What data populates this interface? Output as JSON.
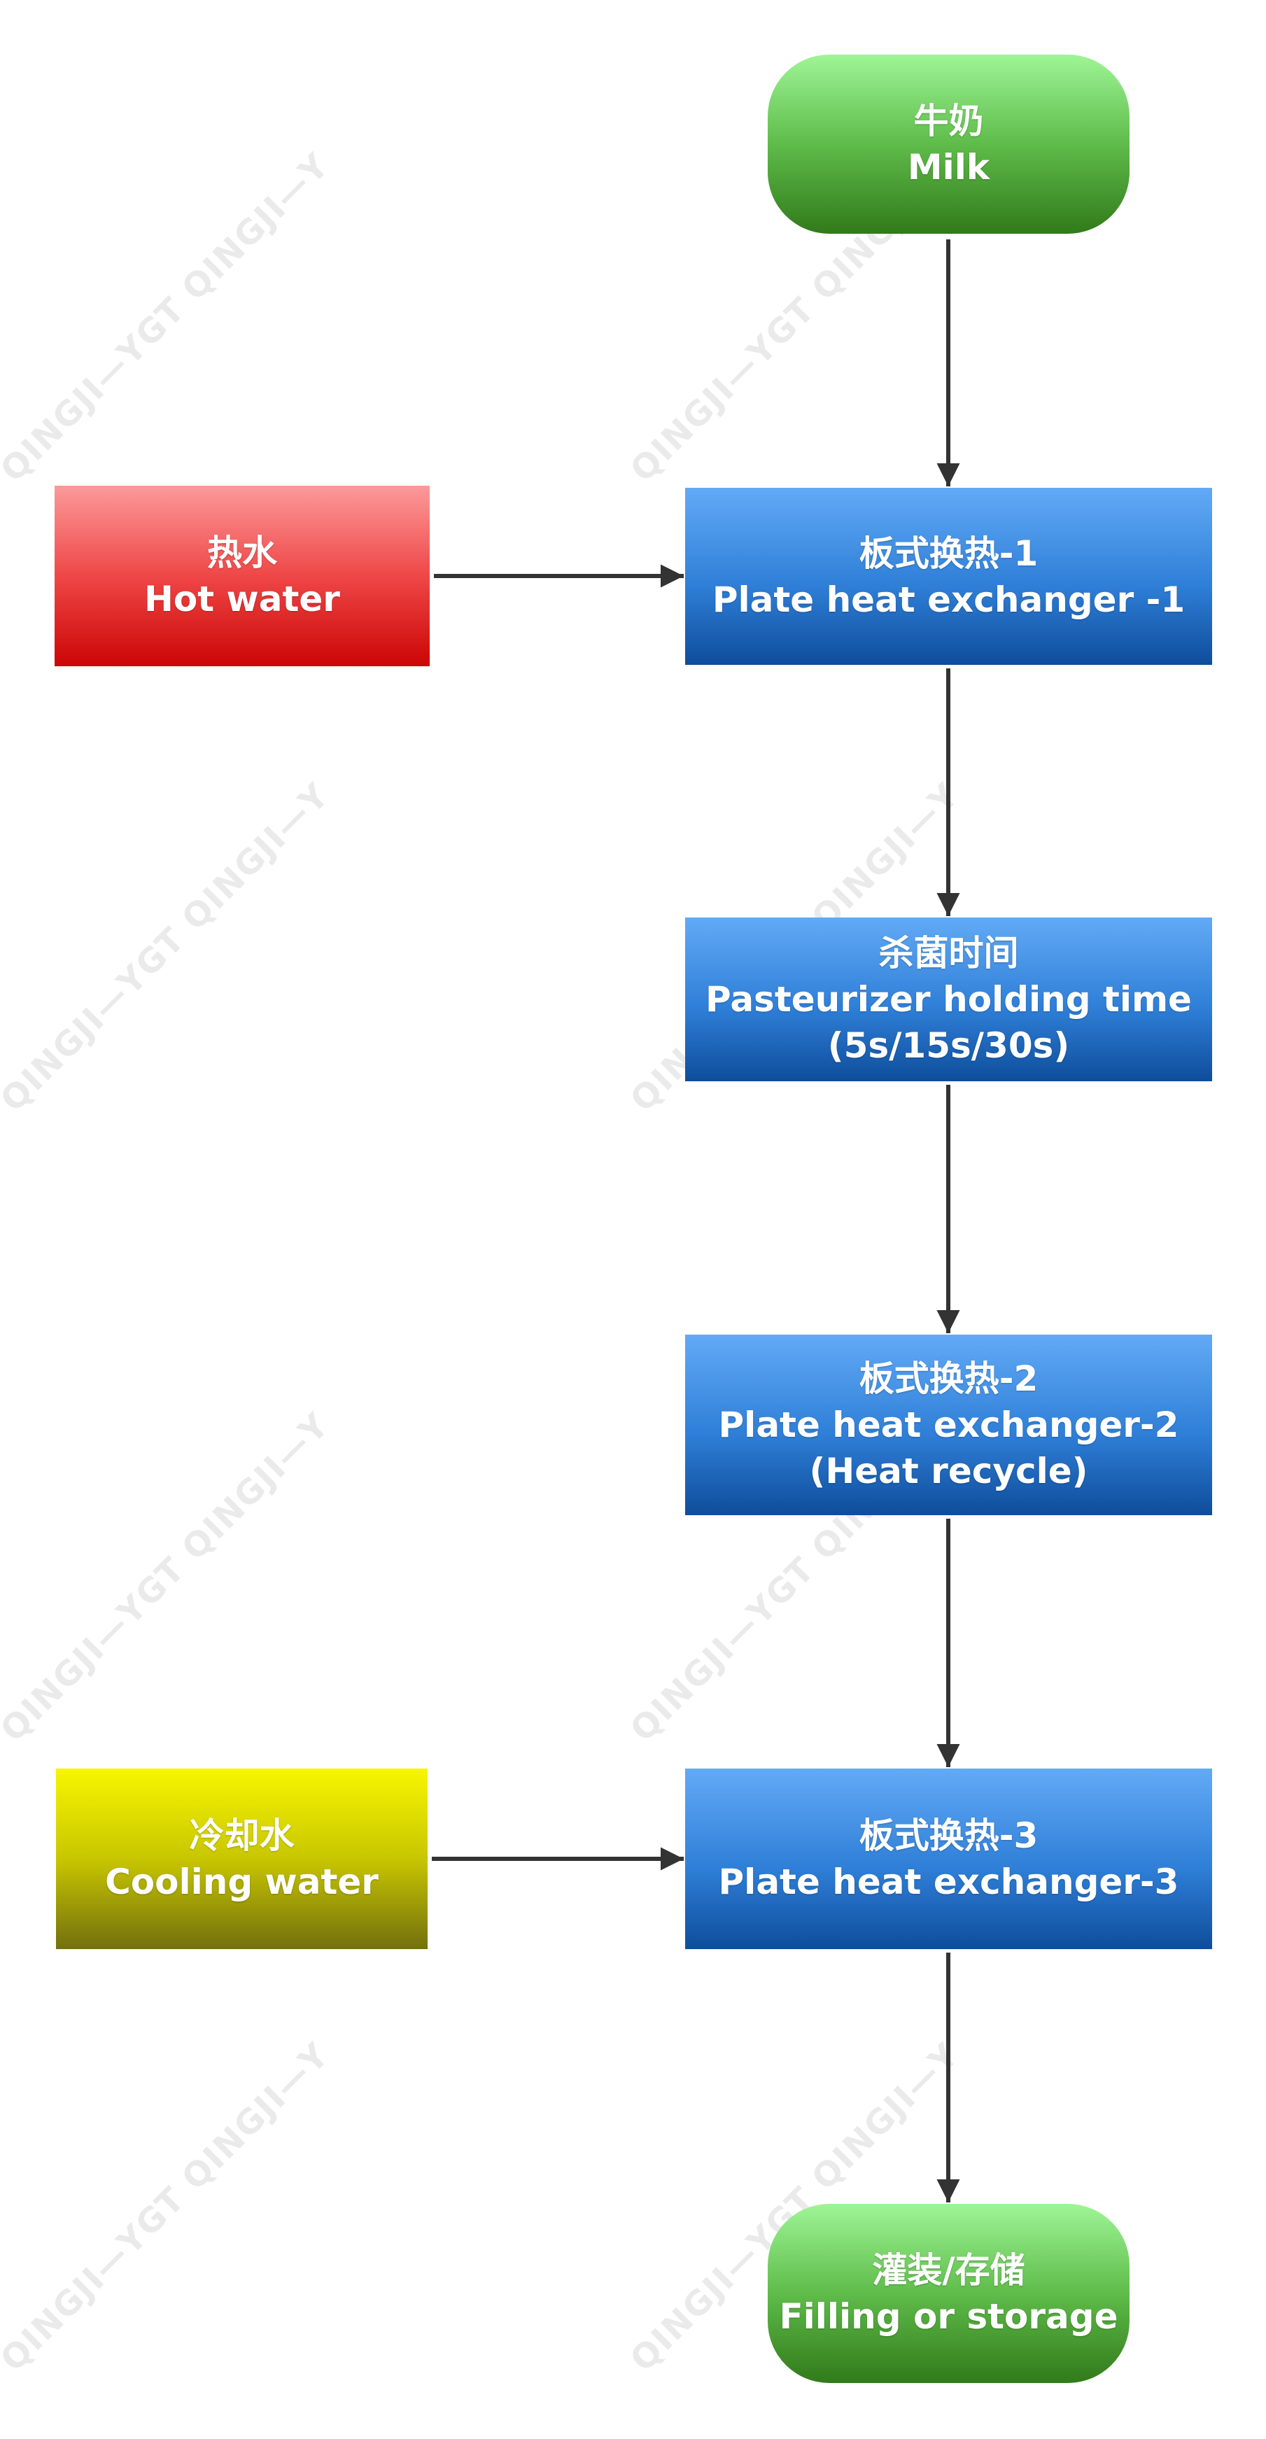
{
  "watermark": "QINGJI—YGT QINGJI—Y",
  "colors": {
    "process": "#2f7fd8",
    "terminal": "#5fbc4a",
    "hot_water": "#ef4747",
    "cooling_water": "#c8c600",
    "arrow": "#333333"
  },
  "nodes": {
    "milk": {
      "cn": "牛奶",
      "en": "Milk"
    },
    "hot_water": {
      "cn": "热水",
      "en": "Hot water"
    },
    "phe1": {
      "cn": "板式换热-1",
      "en": "Plate heat exchanger -1"
    },
    "holding": {
      "cn": "杀菌时间",
      "en": "Pasteurizer holding time",
      "extra": "(5s/15s/30s)"
    },
    "phe2": {
      "cn": "板式换热-2",
      "en": "Plate heat exchanger-2",
      "extra": "(Heat recycle)"
    },
    "cooling": {
      "cn": "冷却水",
      "en": "Cooling water"
    },
    "phe3": {
      "cn": "板式换热-3",
      "en": "Plate heat exchanger-3"
    },
    "filling": {
      "cn": "灌装/存储",
      "en": "Filling or storage"
    }
  }
}
